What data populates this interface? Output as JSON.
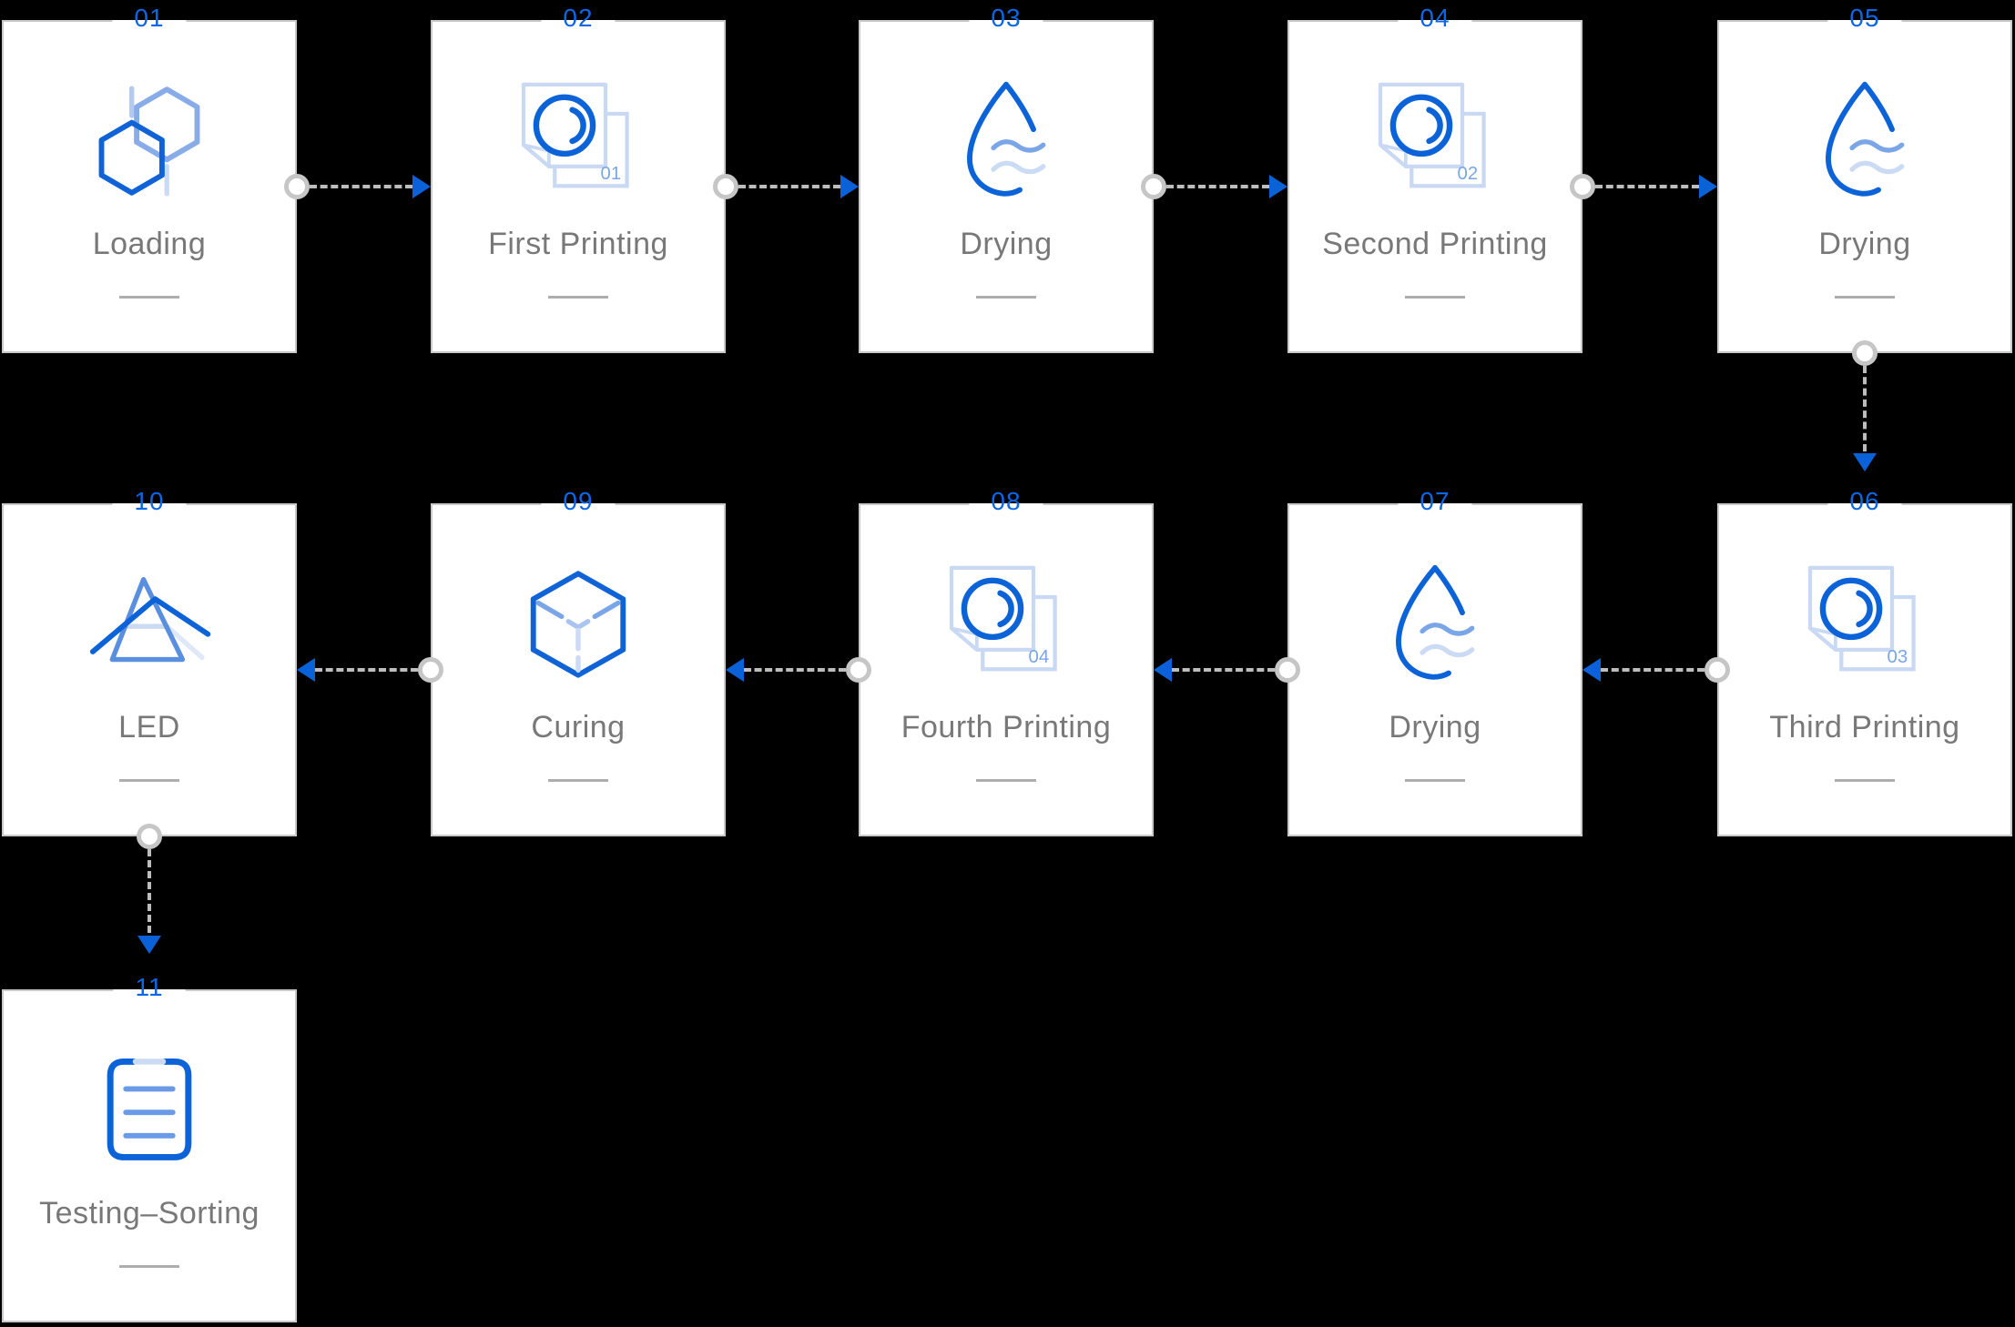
{
  "palette": {
    "background": "#000000",
    "card_background": "#ffffff",
    "card_border": "#c9c9c9",
    "number_blue": "#0b67e6",
    "arrow_blue": "#0b62d8",
    "icon_blue_dark": "#1063d6",
    "icon_blue_medium": "#7aa6e8",
    "icon_blue_light": "#ccdbf4",
    "label_gray": "#787878",
    "underline_gray": "#aeaeae",
    "connector_gray": "#bdbdbd"
  },
  "steps": [
    {
      "number": "01",
      "label": "Loading",
      "icon": "molecule-icon"
    },
    {
      "number": "02",
      "label": "First Printing",
      "icon": "printing-icon",
      "badge": "01"
    },
    {
      "number": "03",
      "label": "Drying",
      "icon": "droplet-icon"
    },
    {
      "number": "04",
      "label": "Second Printing",
      "icon": "printing-icon",
      "badge": "02"
    },
    {
      "number": "05",
      "label": "Drying",
      "icon": "droplet-icon"
    },
    {
      "number": "06",
      "label": "Third Printing",
      "icon": "printing-icon",
      "badge": "03"
    },
    {
      "number": "07",
      "label": "Drying",
      "icon": "droplet-icon"
    },
    {
      "number": "08",
      "label": "Fourth Printing",
      "icon": "printing-icon",
      "badge": "04"
    },
    {
      "number": "09",
      "label": "Curing",
      "icon": "cube-icon"
    },
    {
      "number": "10",
      "label": "LED",
      "icon": "prism-icon"
    },
    {
      "number": "11",
      "label": "Testing–Sorting",
      "icon": "clipboard-icon"
    }
  ],
  "connectors": [
    {
      "from": "01",
      "to": "02",
      "direction": "right"
    },
    {
      "from": "02",
      "to": "03",
      "direction": "right"
    },
    {
      "from": "03",
      "to": "04",
      "direction": "right"
    },
    {
      "from": "04",
      "to": "05",
      "direction": "right"
    },
    {
      "from": "05",
      "to": "06",
      "direction": "down"
    },
    {
      "from": "06",
      "to": "07",
      "direction": "left"
    },
    {
      "from": "07",
      "to": "08",
      "direction": "left"
    },
    {
      "from": "08",
      "to": "09",
      "direction": "left"
    },
    {
      "from": "09",
      "to": "10",
      "direction": "left"
    },
    {
      "from": "10",
      "to": "11",
      "direction": "down"
    }
  ]
}
